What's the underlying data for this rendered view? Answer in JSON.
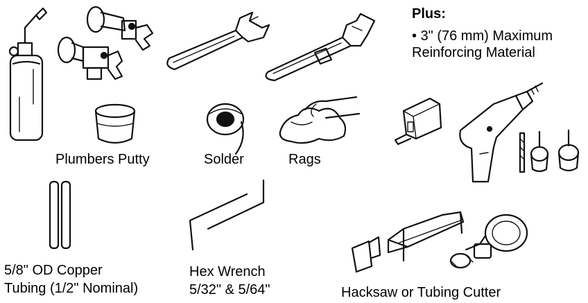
{
  "labels": {
    "plumbers_putty": "Plumbers Putty",
    "solder": "Solder",
    "rags": "Rags",
    "copper_tubing_line1": "5/8\" OD Copper",
    "copper_tubing_line2": "Tubing (1/2\" Nominal)",
    "hex_wrench_line1": "Hex Wrench",
    "hex_wrench_line2": "5/32\" & 5/64\"",
    "hacksaw_cutter": "Hacksaw or Tubing Cutter"
  },
  "plus": {
    "title": "Plus:",
    "line1": "• 3\" (76 mm) Maximum",
    "line2": "Reinforcing Material"
  },
  "icons": [
    "torch-icon",
    "stop-valve-icon",
    "adjustable-wrench-icon",
    "pipe-wrench-icon",
    "putty-tub-icon",
    "solder-spool-icon",
    "rag-hand-icon",
    "tape-measure-icon",
    "drill-icon",
    "drill-bits-icon",
    "copper-tubing-icon",
    "hex-wrench-icon",
    "hacksaw-icon",
    "tubing-cutter-icon"
  ]
}
